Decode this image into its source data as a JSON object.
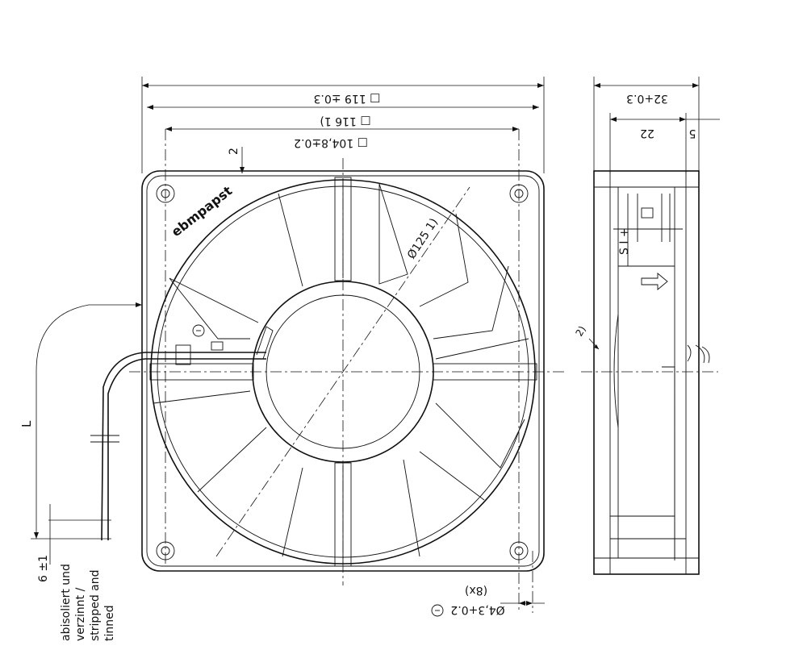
{
  "dimensions": {
    "overall_width": "□ 119 ±0.3",
    "hole_spacing_a": "□ 116 1)",
    "hole_spacing_b": "□ 104,8±0.2",
    "offset_2": "2",
    "diameter": "Ø125 1)",
    "depth_total": "32+0.3",
    "depth_22": "22",
    "depth_5": "5",
    "lead_length": "L",
    "strip_length": "6 ±1",
    "hole_diameter": "Ø4,3+0.2",
    "hole_count": "(8x)",
    "note_2": "2)"
  },
  "brand": "ebmpapst",
  "symbols": {
    "minus": "⊖",
    "side_signs": "S  I  +"
  },
  "wire_note": {
    "line1": "abisoliert und",
    "line2": "verzinnt /",
    "line3": "stripped and",
    "line4": "tinned"
  }
}
